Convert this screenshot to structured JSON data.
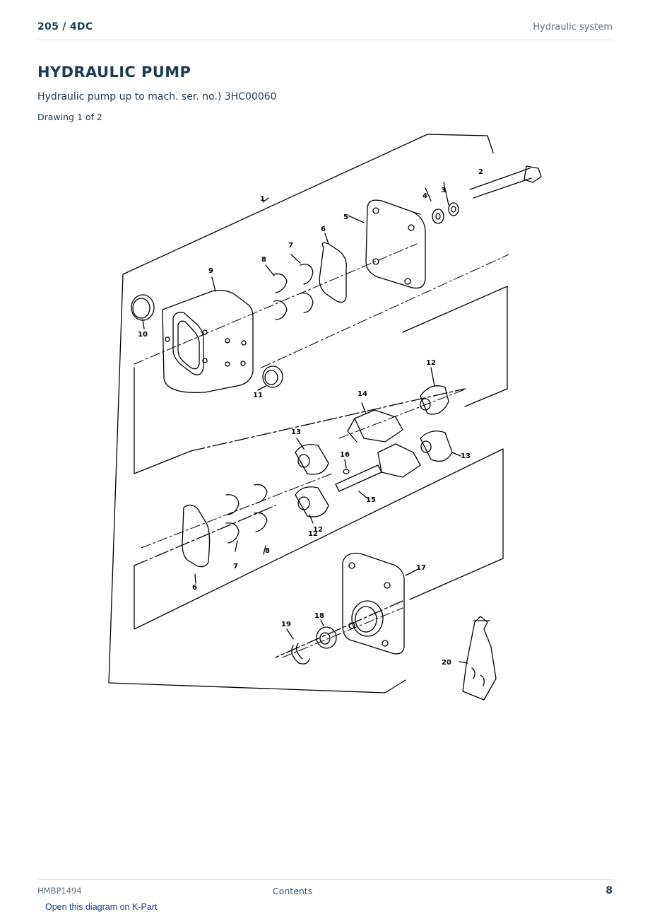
{
  "header": {
    "section_ref": "205  /  4DC",
    "category": "Hydraulic system"
  },
  "title": "HYDRAULIC PUMP",
  "subtitle": "Hydraulic pump up to mach. ser. no.) 3HC00060",
  "drawing_label": "Drawing 1 of 2",
  "diagram": {
    "callouts": [
      "1",
      "2",
      "3",
      "4",
      "5",
      "6",
      "7",
      "8",
      "9",
      "10",
      "11",
      "12",
      "14",
      "12",
      "13",
      "16",
      "13",
      "15",
      "7",
      "8",
      "6",
      "12",
      "17",
      "18",
      "19",
      "20"
    ]
  },
  "footer": {
    "doc_code": "HMBP1494",
    "contents_link": "Contents",
    "page_number": "8",
    "kpart_link": "Open this diagram on K-Part"
  }
}
